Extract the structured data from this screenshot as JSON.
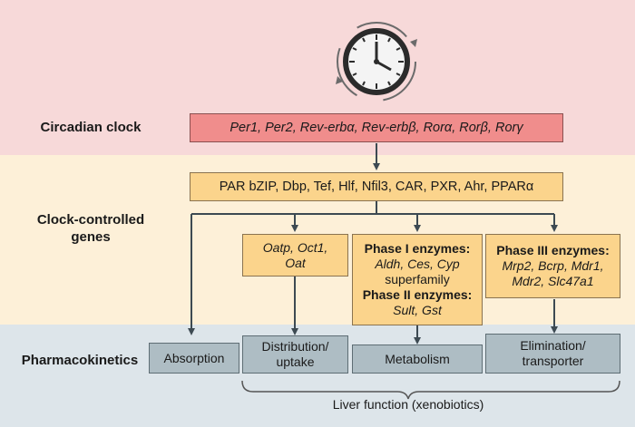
{
  "rows": {
    "clock": "Circadian clock",
    "genes_line1": "Clock-controlled",
    "genes_line2": "genes",
    "pk": "Pharmacokinetics"
  },
  "clock_genes": "Per1, Per2, Rev-erbα, Rev-erbβ, Rorα, Rorβ, Rorγ",
  "ccg": "PAR bZIP, Dbp, Tef, Hlf, Nfil3, CAR, PXR, Ahr, PPARα",
  "transporters_uptake": {
    "line1": "Oatp, Oct1,",
    "line2": "Oat"
  },
  "phase12": {
    "phase1_title": "Phase I enzymes:",
    "phase1_line1": "Aldh, Ces, Cyp",
    "phase1_line2": "superfamily",
    "phase2_title": "Phase II enzymes:",
    "phase2_line1": "Sult, Gst"
  },
  "phase3": {
    "title": "Phase III enzymes:",
    "line1": "Mrp2, Bcrp, Mdr1,",
    "line2": "Mdr2, Slc47a1"
  },
  "pk_boxes": {
    "absorption": "Absorption",
    "distribution_line1": "Distribution/",
    "distribution_line2": "uptake",
    "metabolism": "Metabolism",
    "elimination_line1": "Elimination/",
    "elimination_line2": "transporter"
  },
  "brace_label": "Liver function (xenobiotics)",
  "icons": [
    "clock-icon"
  ],
  "colors": {
    "clock_band": "#f7d9d9",
    "genes_band": "#fdf0d8",
    "pk_band": "#dde5ea",
    "clock_box": "#f08d8c",
    "gene_box": "#fbd48c",
    "pk_box": "#aebdc4",
    "arrow": "#3d4a52"
  }
}
